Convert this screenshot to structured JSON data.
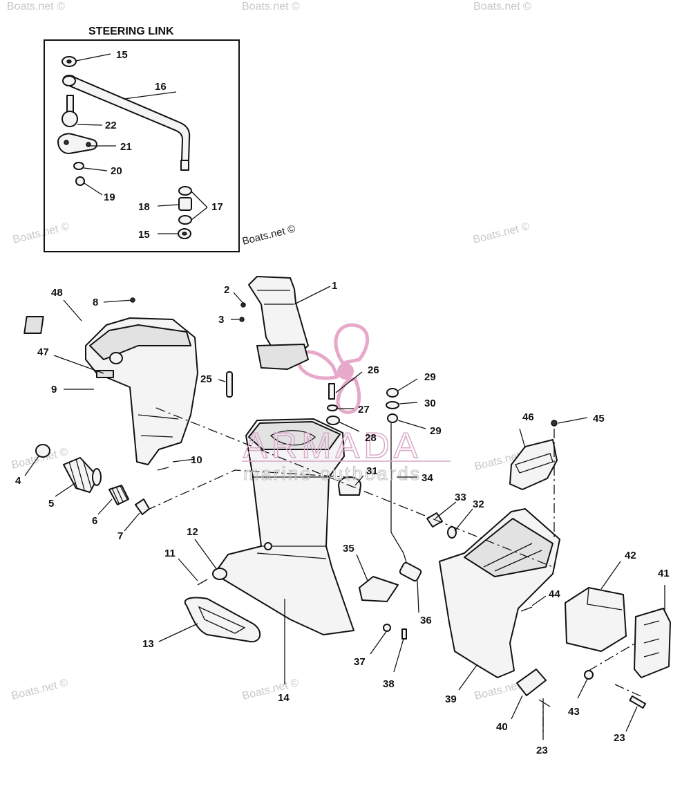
{
  "diagram": {
    "inset_title": "STEERING LINK",
    "watermark_text": "Boats.net ©",
    "brand": {
      "name": "ARMADA",
      "tagline": "marine outboards",
      "logo": "propeller-logo",
      "color": "#e6a9c9"
    },
    "parts": [
      "1",
      "2",
      "3",
      "4",
      "5",
      "6",
      "7",
      "8",
      "9",
      "10",
      "11",
      "12",
      "13",
      "14",
      "15",
      "16",
      "17",
      "18",
      "19",
      "20",
      "21",
      "22",
      "23",
      "25",
      "26",
      "27",
      "28",
      "29",
      "30",
      "31",
      "32",
      "33",
      "34",
      "35",
      "36",
      "37",
      "38",
      "39",
      "40",
      "41",
      "42",
      "43",
      "44",
      "45",
      "46",
      "47",
      "48"
    ]
  }
}
